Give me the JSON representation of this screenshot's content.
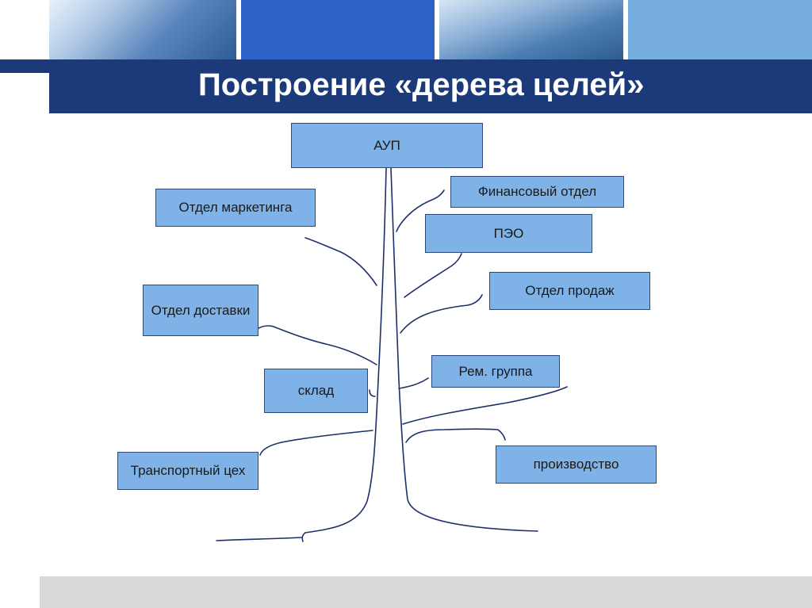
{
  "slide": {
    "title": "Построение «дерева целей»"
  },
  "nodes": {
    "aup": "АУП",
    "marketing": "Отдел маркетинга",
    "finance": "Финансовый отдел",
    "peo": "ПЭО",
    "sales": "Отдел продаж",
    "delivery": "Отдел доставки",
    "warehouse": "склад",
    "repair": "Рем. группа",
    "transport": "Транспортный цех",
    "production": "производство"
  },
  "colors": {
    "banner_dark": "#1c3a7a",
    "node_fill": "#7fb2e6",
    "node_border": "#2a4a7a",
    "line": "#1f2f6a"
  }
}
